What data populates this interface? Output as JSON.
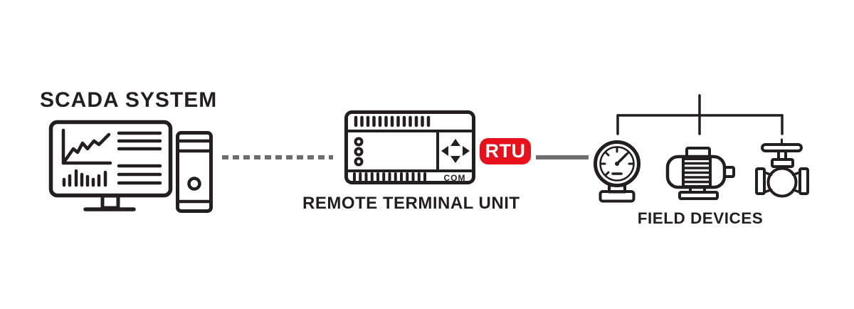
{
  "nodes": {
    "scada": {
      "label": "SCADA SYSTEM",
      "icons": [
        "monitor-with-charts",
        "desktop-tower"
      ]
    },
    "rtu": {
      "label": "REMOTE TERMINAL UNIT",
      "badge_label": "RTU",
      "com_port_label": "COM",
      "icons": [
        "rtu-controller"
      ]
    },
    "field_devices": {
      "label": "FIELD DEVICES",
      "icons": [
        "pressure-gauge",
        "electric-motor",
        "valve"
      ]
    }
  },
  "connections": [
    {
      "from": "SCADA SYSTEM",
      "to": "REMOTE TERMINAL UNIT",
      "style": "dashed",
      "color": "#6e6e6e"
    },
    {
      "from": "REMOTE TERMINAL UNIT",
      "to": "FIELD DEVICES",
      "style": "solid",
      "color": "#6e6e6e"
    },
    {
      "from": "FIELD DEVICES",
      "to": "pressure-gauge | electric-motor | valve",
      "style": "tree-bracket",
      "color": "#231f20"
    }
  ],
  "colors": {
    "ink": "#231f20",
    "connector_gray": "#6e6e6e",
    "badge_background": "#e8101b",
    "badge_text": "#ffffff",
    "canvas_background": "#ffffff"
  }
}
